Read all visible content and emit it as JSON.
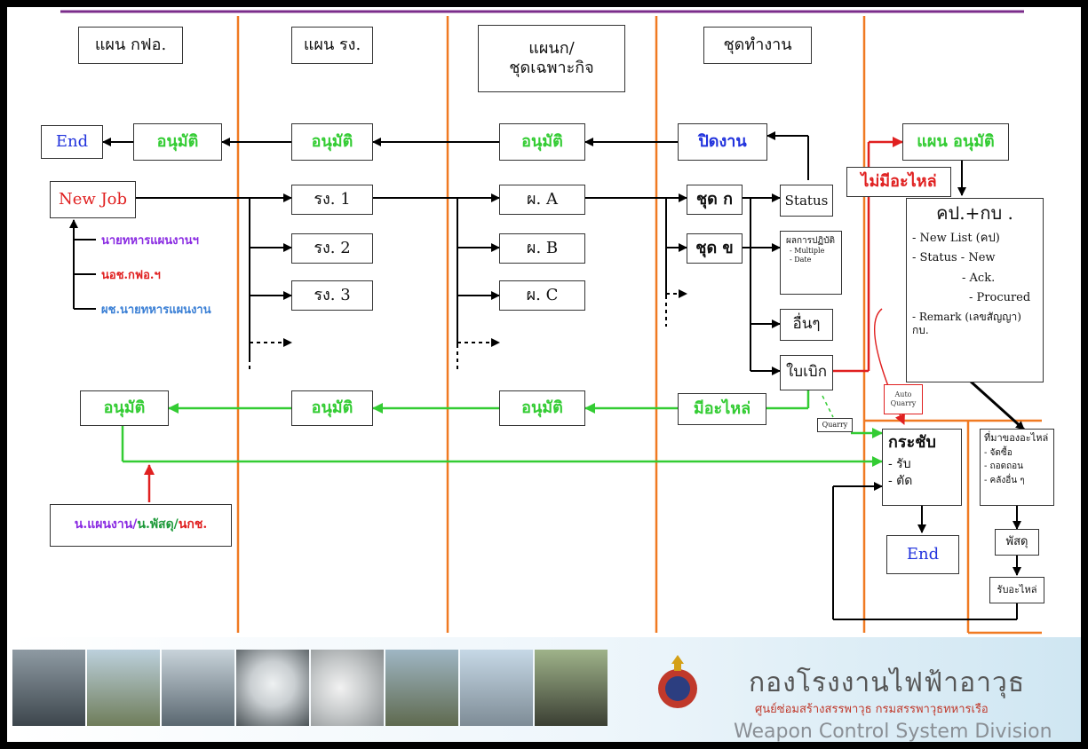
{
  "colors": {
    "green": "#33cc33",
    "red": "#e02020",
    "orange": "#f07a22",
    "blue": "#2233dd",
    "purple": "#8a2be2",
    "black": "#000000"
  },
  "columns": {
    "col1": "แผน กฟอ.",
    "col2": "แผน รง.",
    "col3": "แผนก/\nชุดเฉพาะกิจ",
    "col4": "ชุดทำงาน"
  },
  "top_row": {
    "end": "End",
    "approve1": "อนุมัติ",
    "approve2": "อนุมัติ",
    "approve3": "อนุมัติ",
    "close_job": "ปิดงาน",
    "plan_approve": "แผน อนุมัติ",
    "no_parts": "ไม่มีอะไหล่"
  },
  "new_job": {
    "label": "New Job",
    "sources": [
      "นายทหารแผนงานฯ",
      "นอช.กฟอ.ฯ",
      "ผช.นายทหารแผนงาน"
    ]
  },
  "workshops": [
    "รง. 1",
    "รง. 2",
    "รง. 3"
  ],
  "sections": [
    "ผ. A",
    "ผ. B",
    "ผ. C"
  ],
  "teams": [
    "ชุด ก",
    "ชุด ข"
  ],
  "outputs": {
    "status": "Status",
    "results_title": "ผลการปฏิบัติ",
    "results_items": [
      "- Multiple",
      "- Date"
    ],
    "others": "อื่นๆ",
    "requisition": "ใบเบิก"
  },
  "kp_box": {
    "title": "คป.+กบ .",
    "lines": [
      "- New List (คป)",
      "- Status  - New",
      "- Ack.",
      "- Procured",
      "- Remark (เลขสัญญา) กบ."
    ]
  },
  "small_labels": {
    "auto_quarry": "Auto\nQuarry",
    "quarry": "Quarry"
  },
  "bottom_row": {
    "approve_a": "อนุมัติ",
    "approve_b": "อนุมัติ",
    "approve_c": "อนุมัติ",
    "has_parts": "มีอะไหล่",
    "staff_box": [
      "น.แผนงาน/",
      "น.พัสดุ/",
      "นกช."
    ]
  },
  "urge_box": {
    "title": "กระชับ",
    "items": [
      "- รับ",
      "- ตัด"
    ]
  },
  "end2": "End",
  "source_box": {
    "title": "ที่มาของอะไหล่",
    "items": [
      "- จัดซื้อ",
      "- ถอดถอน",
      "- คลังอื่น ๆ"
    ]
  },
  "supply": "พัสดุ",
  "receive_parts": "รับอะไหล่",
  "footer": {
    "title": "กองโรงงานไฟฟ้าอาวุธ",
    "subtitle": "ศูนย์ซ่อมสร้างสรรพาวุธ กรมสรรพาวุธทหารเรือ",
    "english": "Weapon Control System Division",
    "photos": [
      "turret-photo",
      "ship-mount-photo",
      "launcher-photo",
      "radar-dome-photo",
      "tracker-photo",
      "gun-mount-photo",
      "radar-array-photo",
      "vehicle-photo"
    ]
  }
}
